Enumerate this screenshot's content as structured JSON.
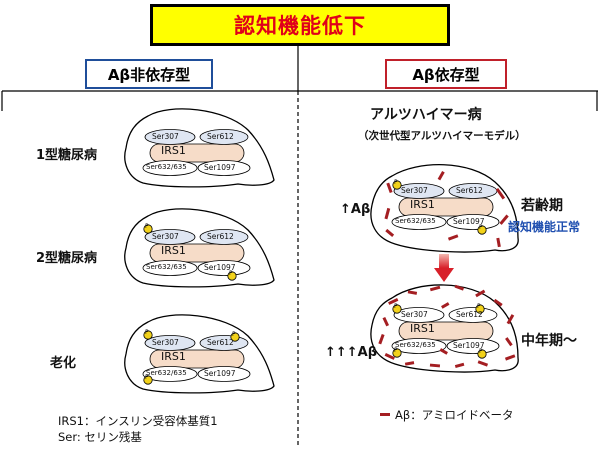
{
  "title": "認知機能低下",
  "independent": {
    "title": "Aβ非依存型",
    "conditions": [
      "1型糖尿病",
      "2型糖尿病",
      "老化"
    ]
  },
  "dependent": {
    "title": "Aβ依存型",
    "disease": "アルツハイマー病",
    "model": "（次世代型アルツハイマーモデル）",
    "young": {
      "stage": "若齢期",
      "status": "認知機能正常",
      "abeta": "↑Aβ"
    },
    "middle": {
      "stage": "中年期〜",
      "abeta": "↑↑↑Aβ"
    }
  },
  "irs1": {
    "name": "IRS1",
    "sites": {
      "s307": "Ser307",
      "s612": "Ser612",
      "s632": "Ser632/635",
      "s1097": "Ser1097"
    },
    "phospho_label": "P"
  },
  "legend": {
    "irs1": "IRS1：インスリン受容体基質1",
    "ser": "Ser: セリン残基",
    "abeta": "Aβ：アミロイドベータ"
  },
  "colors": {
    "title_bg": "#ffff00",
    "title_text": "#e0001a",
    "independent_border": "#1f4e9a",
    "dependent_border": "#c0202a",
    "irs1_fill": "#f6dcc8",
    "site_fill": "#dfe6f2",
    "phospho_fill": "#f2d21a",
    "abeta_mark": "#a41e22",
    "normal_text": "#1f4fb0"
  }
}
